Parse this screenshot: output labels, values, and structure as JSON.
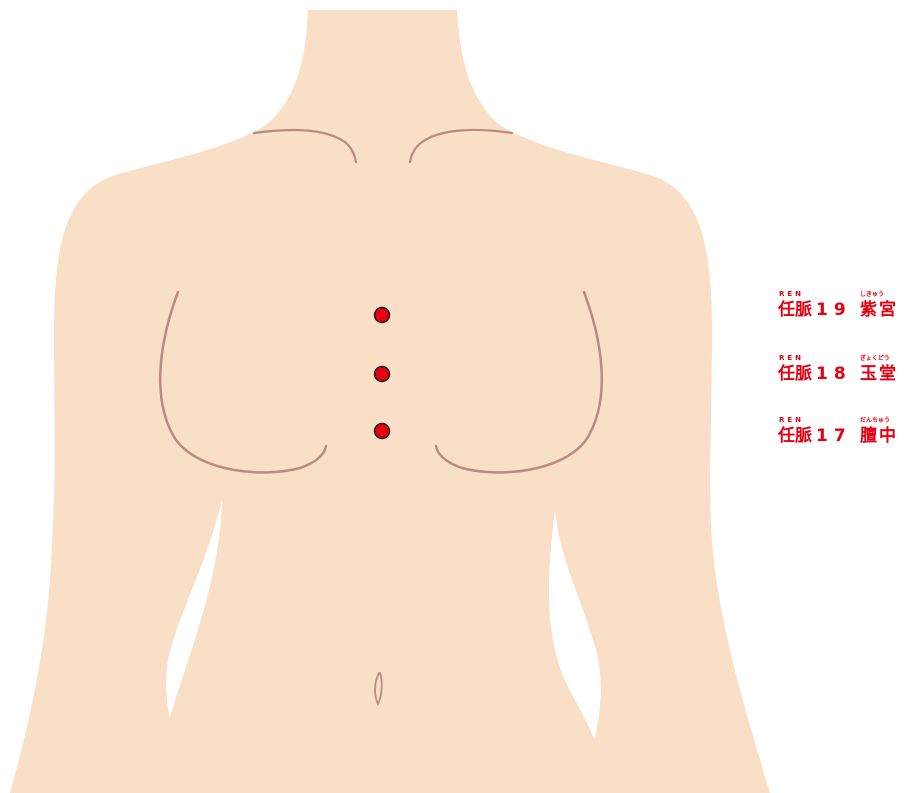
{
  "colors": {
    "skin": "#f8dfc6",
    "contour": "#b98b80",
    "point_fill": "#e60012",
    "point_stroke": "#1a1a1a",
    "label_text": "#e60012"
  },
  "acupoints": [
    {
      "ruby_code": "REN",
      "code": "任脈",
      "number": "19",
      "ruby_name": "しきゅう",
      "name": "紫宮"
    },
    {
      "ruby_code": "REN",
      "code": "任脈",
      "number": "18",
      "ruby_name": "ぎょくどう",
      "name": "玉堂"
    },
    {
      "ruby_code": "REN",
      "code": "任脈",
      "number": "17",
      "ruby_name": "だんちゅう",
      "name": "膻中"
    }
  ]
}
